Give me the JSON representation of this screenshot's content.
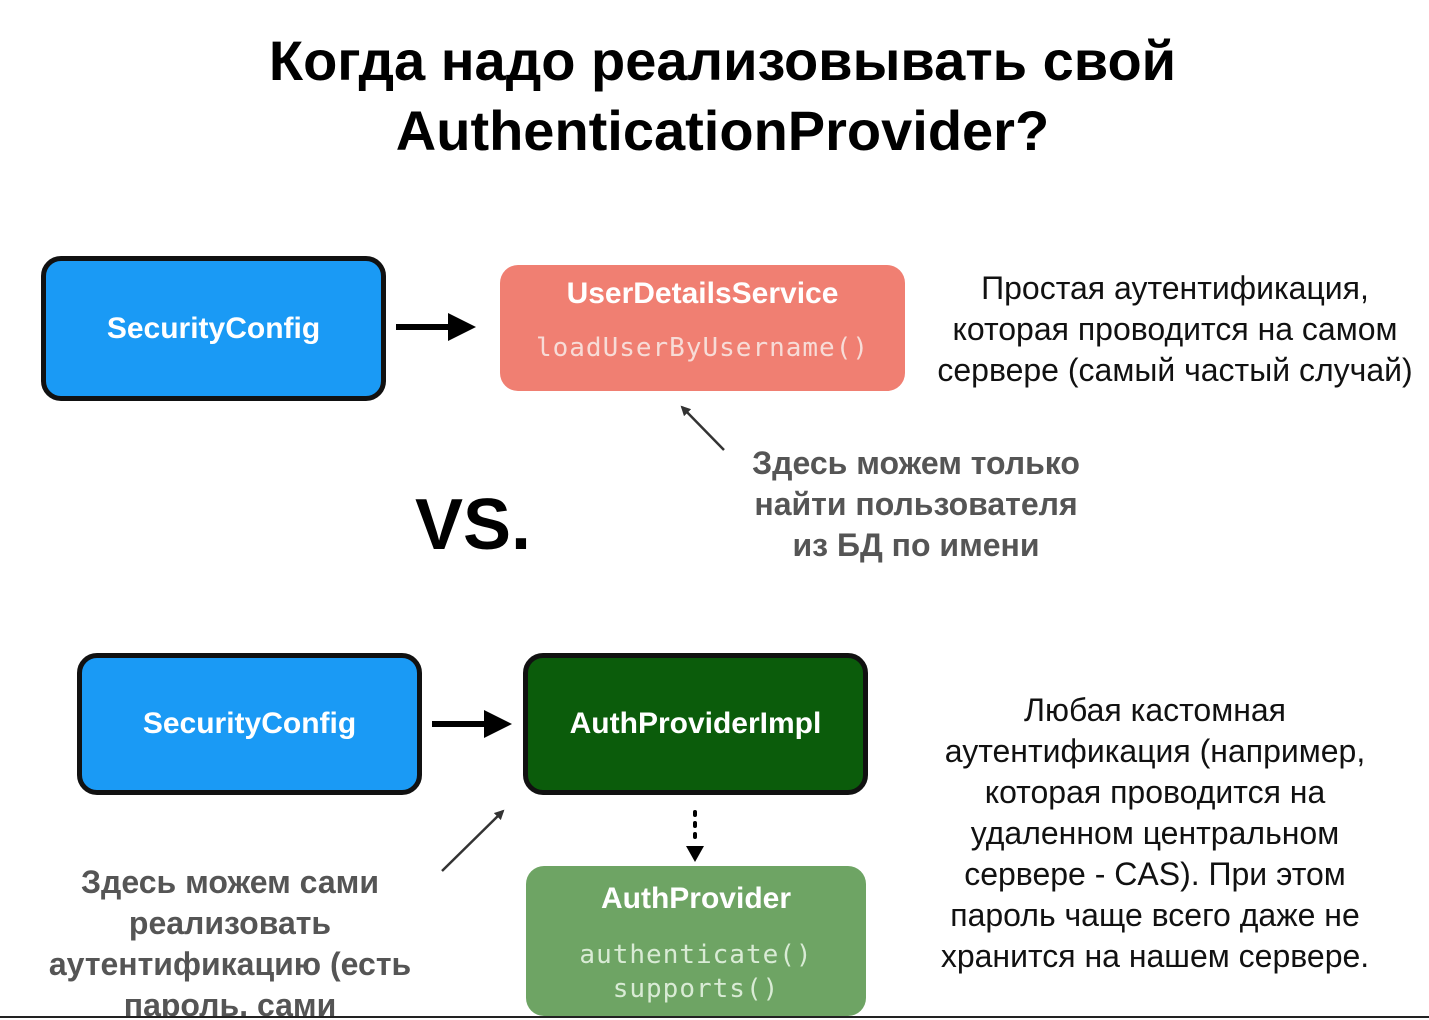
{
  "title_line1": "Когда надо реализовывать свой",
  "title_line2": "AuthenticationProvider?",
  "top": {
    "security_config": "SecurityConfig",
    "uds_title": "UserDetailsService",
    "uds_method": "loadUserByUsername()",
    "desc_lines": [
      "Простая аутентификация,",
      "которая проводится на самом",
      "сервере (самый частый случай)"
    ],
    "note_lines": [
      "Здесь можем только",
      "найти пользователя",
      "из БД по имени"
    ]
  },
  "vs": "VS.",
  "bottom": {
    "security_config": "SecurityConfig",
    "impl_title": "AuthProviderImpl",
    "provider_title": "AuthProvider",
    "methods": [
      "authenticate()",
      "supports()"
    ],
    "desc_lines": [
      "Любая кастомная",
      "аутентификация (например,",
      "которая проводится на",
      "удаленном центральном",
      "сервере - CAS). При этом",
      "пароль чаще всего даже не",
      "хранится на нашем сервере."
    ],
    "note_lines": [
      "Здесь можем сами",
      "реализовать",
      "аутентификацию (есть",
      "пароль, сами"
    ]
  },
  "colors": {
    "blue_box": "#1a9af5",
    "salmon_box": "#f07f72",
    "dark_green_box": "#0b5c0b",
    "light_green_box": "#6ea464",
    "note_text": "#555555"
  }
}
